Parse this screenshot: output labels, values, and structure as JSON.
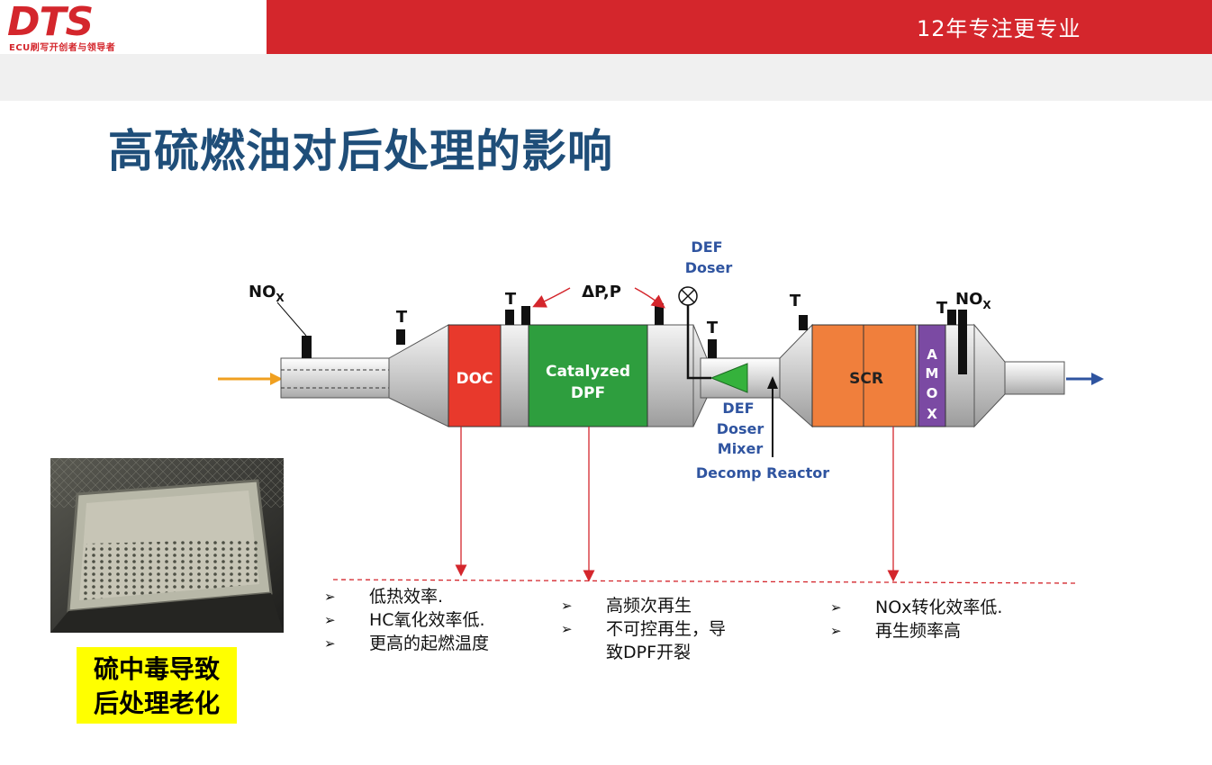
{
  "header": {
    "logo": "DTS",
    "logo_sub": "ECU刷写开创者与领导者",
    "slogan": "12年专注更专业"
  },
  "title": "高硫燃油对后处理的影响",
  "diagram": {
    "components": {
      "doc": "DOC",
      "dpf_line1": "Catalyzed",
      "dpf_line2": "DPF",
      "scr": "SCR",
      "amox": [
        "A",
        "M",
        "O",
        "X"
      ]
    },
    "sensors": {
      "nox_in": "NO",
      "nox_in_sub": "X",
      "t": "T",
      "dp": "ΔP,P",
      "nox_out": "NO",
      "nox_out_sub": "X"
    },
    "def_doser_top": [
      "DEF",
      "Doser"
    ],
    "def_mixer": [
      "DEF",
      "Doser",
      "Mixer"
    ],
    "decomp": "Decomp Reactor"
  },
  "effects": {
    "doc": [
      "低热效率.",
      "HC氧化效率低.",
      "更高的起燃温度"
    ],
    "dpf": [
      "高频次再生",
      "不可控再生，导",
      "致DPF开裂"
    ],
    "scr": [
      "NOx转化效率低.",
      "再生频率高"
    ],
    "marker": "➢"
  },
  "caption": [
    "硫中毒导致",
    "后处理老化"
  ],
  "colors": {
    "red": "#d4262c",
    "title": "#1f4e79",
    "doc": "#e8392c",
    "dpf": "#2e9e3e",
    "scr": "#f07f3c",
    "amox": "#7b4aa3",
    "label_blue": "#2f54a0"
  }
}
